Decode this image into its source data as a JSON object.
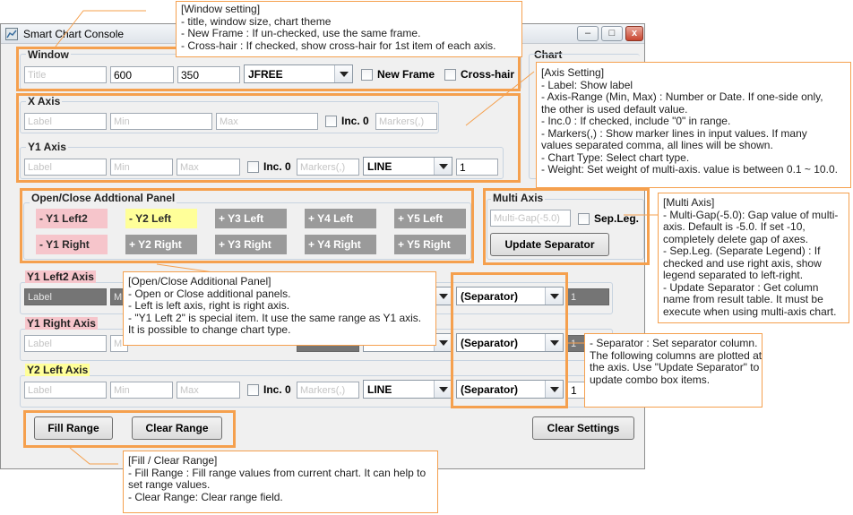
{
  "window": {
    "title": "Smart Chart Console",
    "min_btn": "–",
    "max_btn": "□",
    "close_btn": "x"
  },
  "window_group": {
    "label": "Window",
    "title_placeholder": "Title",
    "width": "600",
    "height": "350",
    "theme": "JFREE",
    "new_frame": "New Frame",
    "cross_hair": "Cross-hair"
  },
  "chart_group": {
    "label": "Chart"
  },
  "x_axis": {
    "label": "X Axis",
    "label_placeholder": "Label",
    "min_placeholder": "Min",
    "max_placeholder": "Max",
    "inc0": "Inc. 0",
    "markers_placeholder": "Markers(,)"
  },
  "y1_axis": {
    "label": "Y1 Axis",
    "label_placeholder": "Label",
    "min_placeholder": "Min",
    "max_placeholder": "Max",
    "inc0": "Inc. 0",
    "markers_placeholder": "Markers(,)",
    "chart_type": "LINE",
    "weight": "1"
  },
  "panel_group": {
    "label": "Open/Close Addtional Panel",
    "buttons": [
      "- Y1 Left2",
      "- Y2 Left",
      "+ Y3 Left",
      "+ Y4 Left",
      "+ Y5 Left",
      "- Y1 Right",
      "+ Y2 Right",
      "+ Y3 Right",
      "+ Y4 Right",
      "+ Y5 Right"
    ]
  },
  "multi_axis": {
    "label": "Multi Axis",
    "gap_placeholder": "Multi-Gap(-5.0)",
    "sep_leg": "Sep.Leg.",
    "update_separator": "Update Separator"
  },
  "y1_left2_axis": {
    "label": "Y1 Left2 Axis",
    "label_value": "Label",
    "min_partial": "M",
    "separator": "(Separator)",
    "weight": "1"
  },
  "y1_right_axis": {
    "label": "Y1 Right Axis",
    "label_placeholder": "Label",
    "min_partial": "M",
    "separator": "(Separator)",
    "weight_partial": "1"
  },
  "y2_left_axis": {
    "label": "Y2 Left Axis",
    "label_placeholder": "Label",
    "min_placeholder": "Min",
    "max_placeholder": "Max",
    "inc0": "Inc. 0",
    "markers_placeholder": "Markers(,)",
    "chart_type": "LINE",
    "separator": "(Separator)",
    "weight_partial": "1"
  },
  "bottom": {
    "fill_range": "Fill Range",
    "clear_range": "Clear Range",
    "clear_settings": "Clear Settings"
  },
  "notes": {
    "window_setting": [
      "[Window setting]",
      "- title, window size, chart theme",
      "- New Frame : If un-checked, use the same frame.",
      "- Cross-hair : If checked, show cross-hair for 1st item of each axis."
    ],
    "axis_setting": [
      "[Axis Setting]",
      "- Label: Show label",
      "- Axis-Range (Min, Max) : Number or Date. If one-side only,",
      "  the other is used default value.",
      "- Inc.0 : If checked, include \"0\" in range.",
      "- Markers(,) : Show marker lines in input values. If many",
      "  values separated comma, all lines will be shown.",
      "- Chart Type: Select chart type.",
      "- Weight: Set weight of multi-axis. value is between 0.1 ~ 10.0."
    ],
    "multi_axis": [
      "[Multi Axis]",
      "- Multi-Gap(-5.0): Gap value of multi-",
      "axis. Default is -5.0. If set -10,",
      "completely delete gap of axes.",
      "- Sep.Leg. (Separate Legend) : If",
      "checked and use right axis, show",
      "legend separated to left-right.",
      "- Update Separator : Get column",
      "name from result table. It must be",
      "execute when using multi-axis chart."
    ],
    "panel": [
      "[Open/Close Additional Panel]",
      "- Open or Close additional panels.",
      "- Left is left axis, right is right axis.",
      "- \"Y1 Left 2\" is special item. It use the same range as Y1 axis.",
      "It is possible to change chart type."
    ],
    "separator": [
      "- Separator : Set separator column.",
      "The following columns are plotted at",
      "the axis. Use \"Update Separator\" to",
      "update combo box items."
    ],
    "fill_clear": [
      "[Fill / Clear Range]",
      "- Fill Range : Fill range values from current chart. It can help to",
      "set range values.",
      "- Clear Range: Clear range field."
    ]
  },
  "colors": {
    "highlight_orange": "#f5a04e",
    "pink": "#f6c5cb",
    "yellow": "#ffff99",
    "gray_button": "#9a9a9a"
  }
}
